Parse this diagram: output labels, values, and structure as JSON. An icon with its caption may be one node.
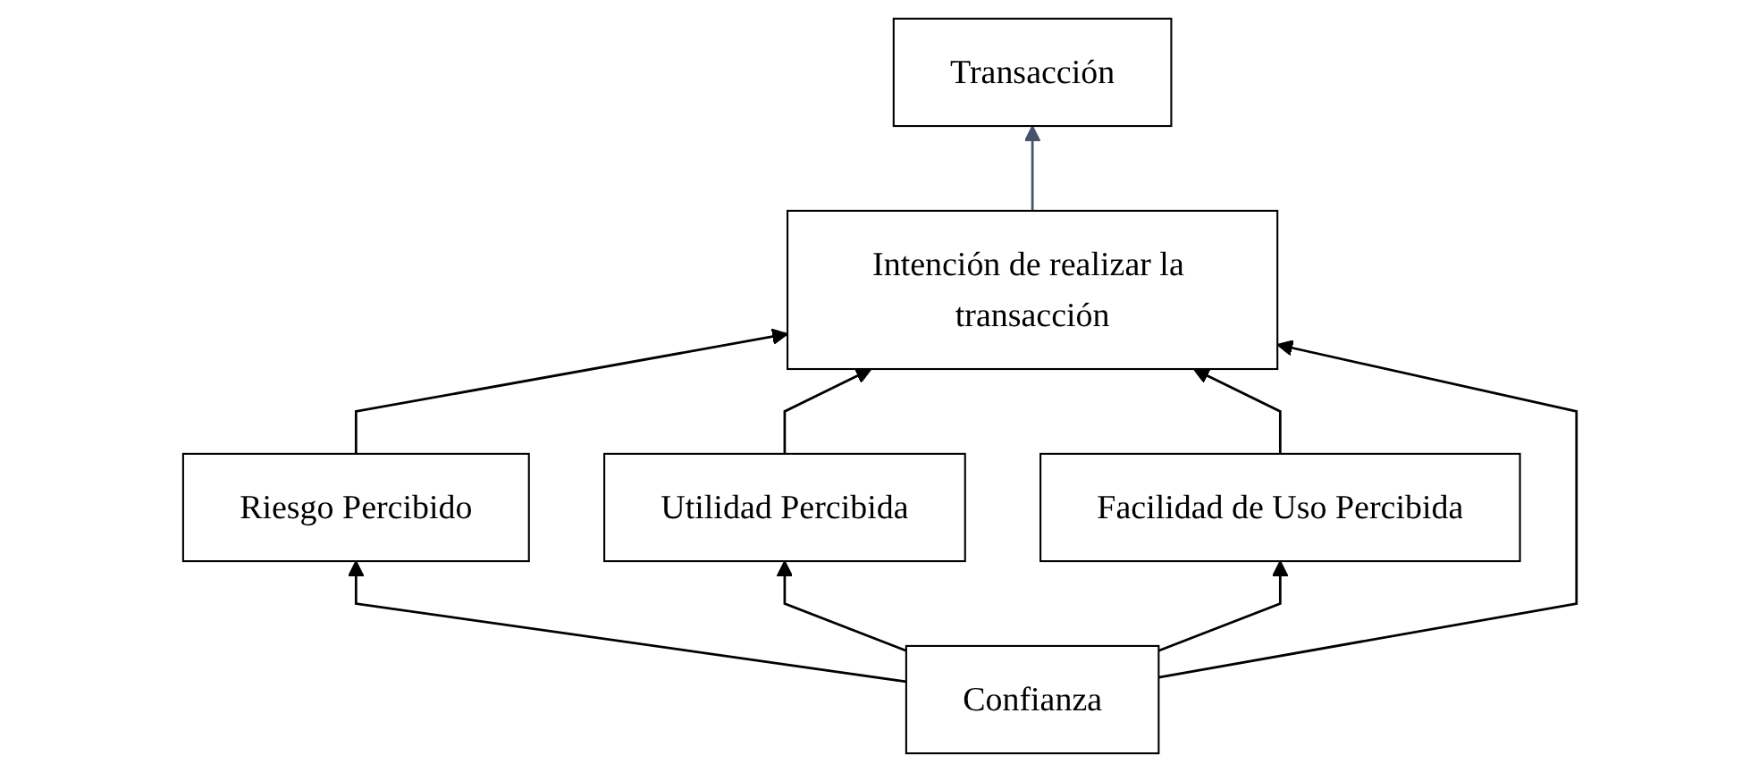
{
  "diagram": {
    "nodes": [
      {
        "text": [
          "Transacción"
        ]
      },
      {
        "text": [
          "Intención de realizar la transacción"
        ]
      },
      {
        "text": [
          "Riesgo Percibido"
        ]
      },
      {
        "text": [
          "Utilidad Percibida"
        ]
      },
      {
        "text": [
          "Facilidad de Uso Percibida"
        ]
      },
      {
        "text": [
          "Confianza"
        ]
      }
    ],
    "edges": [
      {
        "from": 1,
        "to": 0,
        "arrow": "to",
        "color": "#44546a"
      },
      {
        "from": 2,
        "to": 1,
        "arrow": "to"
      },
      {
        "from": 3,
        "to": 1,
        "arrow": "to"
      },
      {
        "from": 4,
        "to": 1,
        "arrow": "to"
      },
      {
        "from": 5,
        "to": 1,
        "arrow": "to"
      },
      {
        "from": 5,
        "to": 2,
        "arrow": "to"
      },
      {
        "from": 5,
        "to": 3,
        "arrow": "to"
      },
      {
        "from": 5,
        "to": 4,
        "arrow": "to"
      }
    ]
  }
}
